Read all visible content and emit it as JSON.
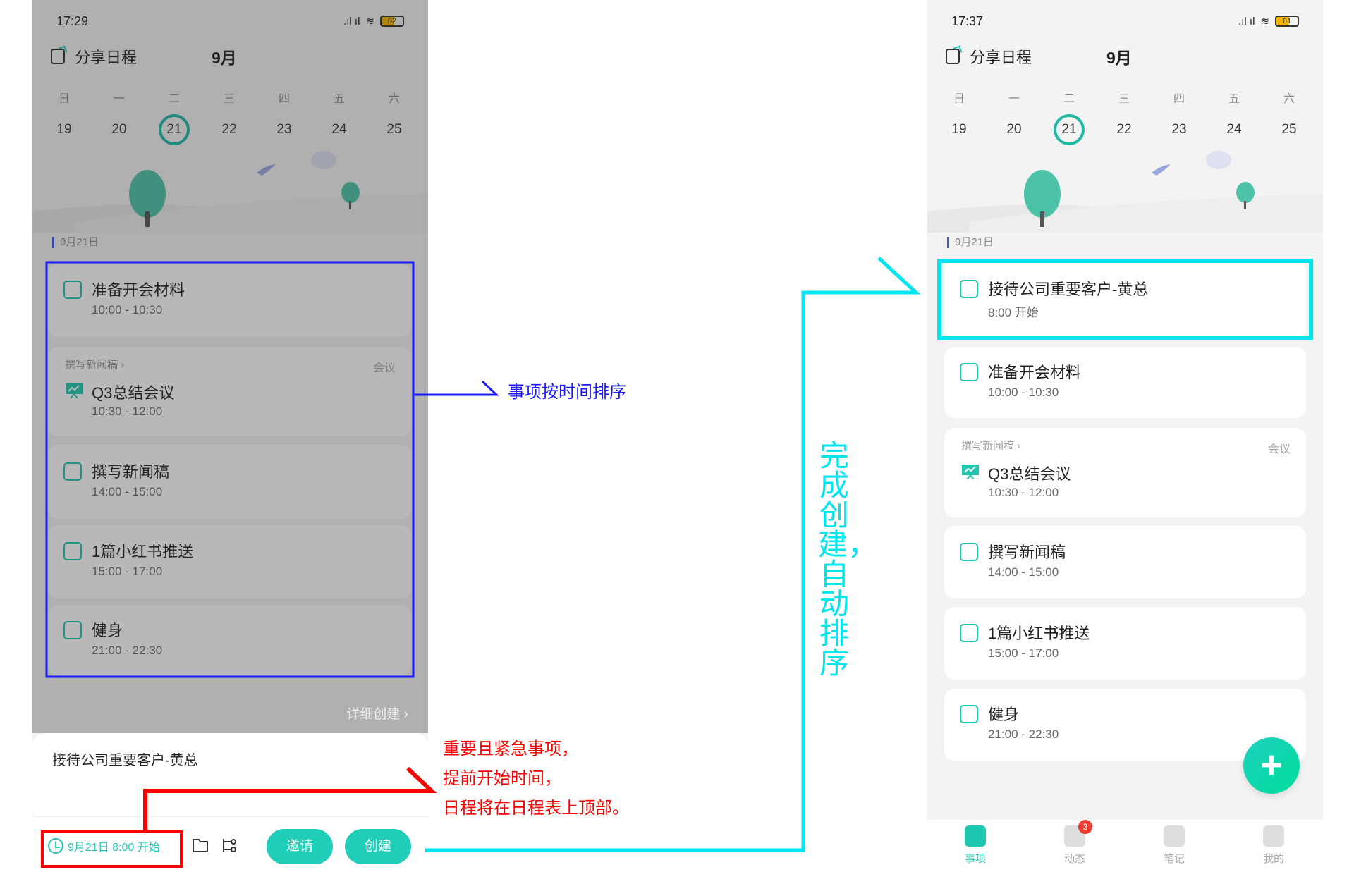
{
  "left_phone": {
    "status": {
      "time": "17:29",
      "battery": "62"
    },
    "header": {
      "share": "分享日程",
      "month": "9月"
    },
    "weekdays": [
      "日",
      "一",
      "二",
      "三",
      "四",
      "五",
      "六"
    ],
    "dates": [
      "19",
      "20",
      "21",
      "22",
      "23",
      "24",
      "25"
    ],
    "selected_date": "21",
    "date_label": "9月21日",
    "tasks": [
      {
        "title": "准备开会材料",
        "time": "10:00 - 10:30"
      },
      {
        "type": "meeting",
        "parent": "撰写新闻稿 ›",
        "tag": "会议",
        "title": "Q3总结会议",
        "time": "10:30 - 12:00"
      },
      {
        "title": "撰写新闻稿",
        "time": "14:00 - 15:00"
      },
      {
        "title": "1篇小红书推送",
        "time": "15:00 - 17:00"
      },
      {
        "title": "健身",
        "time": "21:00 - 22:30"
      }
    ],
    "detail_create": "详细创建 ›",
    "sheet": {
      "input_value": "接待公司重要客户-黄总",
      "time_chip": "9月21日 8:00 开始",
      "invite": "邀请",
      "create": "创建"
    }
  },
  "right_phone": {
    "status": {
      "time": "17:37",
      "battery": "61"
    },
    "header": {
      "share": "分享日程",
      "month": "9月"
    },
    "weekdays": [
      "日",
      "一",
      "二",
      "三",
      "四",
      "五",
      "六"
    ],
    "dates": [
      "19",
      "20",
      "21",
      "22",
      "23",
      "24",
      "25"
    ],
    "selected_date": "21",
    "date_label": "9月21日",
    "tasks": [
      {
        "title": "接待公司重要客户-黄总",
        "time": "8:00 开始"
      },
      {
        "title": "准备开会材料",
        "time": "10:00 - 10:30"
      },
      {
        "type": "meeting",
        "parent": "撰写新闻稿 ›",
        "tag": "会议",
        "title": "Q3总结会议",
        "time": "10:30 - 12:00"
      },
      {
        "title": "撰写新闻稿",
        "time": "14:00 - 15:00"
      },
      {
        "title": "1篇小红书推送",
        "time": "15:00 - 17:00"
      },
      {
        "title": "健身",
        "time": "21:00 - 22:30"
      }
    ],
    "fab": "+",
    "nav": [
      {
        "label": "事项",
        "active": true
      },
      {
        "label": "动态",
        "badge": "3"
      },
      {
        "label": "笔记"
      },
      {
        "label": "我的"
      }
    ]
  },
  "annotations": {
    "sort_note": "事项按时间排序",
    "important_note": [
      "重要且紧急事项，",
      "提前开始时间，",
      "日程将在日程表上顶部。"
    ],
    "auto_sort_note": "完成创建，自动排序",
    "colors": {
      "blue": "#1a1aff",
      "red": "#ff0000",
      "cyan": "#00e5ee",
      "accent": "#1fc7b0"
    }
  }
}
